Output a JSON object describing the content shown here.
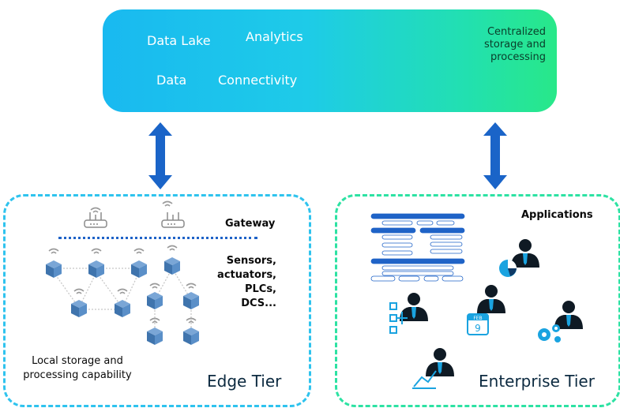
{
  "cloud": {
    "words": {
      "data_lake": "Data Lake",
      "analytics": "Analytics",
      "data": "Data",
      "connectivity": "Connectivity"
    },
    "note": "Centralized\nstorage and\nprocessing",
    "gradient_colors": [
      "#19b9f0",
      "#28e889"
    ]
  },
  "edge": {
    "title": "Edge Tier",
    "gateway_label": "Gateway",
    "devices_label": "Sensors,\nactuators,\nPLCs,\nDCS...",
    "caption": "Local storage and\nprocessing capability",
    "border_color": "#2fc3ee"
  },
  "enterprise": {
    "title": "Enterprise Tier",
    "applications_label": "Applications",
    "calendar_month": "FEB",
    "calendar_day": "9",
    "border_color": "#2de2a3"
  },
  "colors": {
    "arrow": "#1a64c8",
    "device": "#4a7fb8",
    "user": "#0f1a24",
    "tie": "#1aa3e0"
  }
}
